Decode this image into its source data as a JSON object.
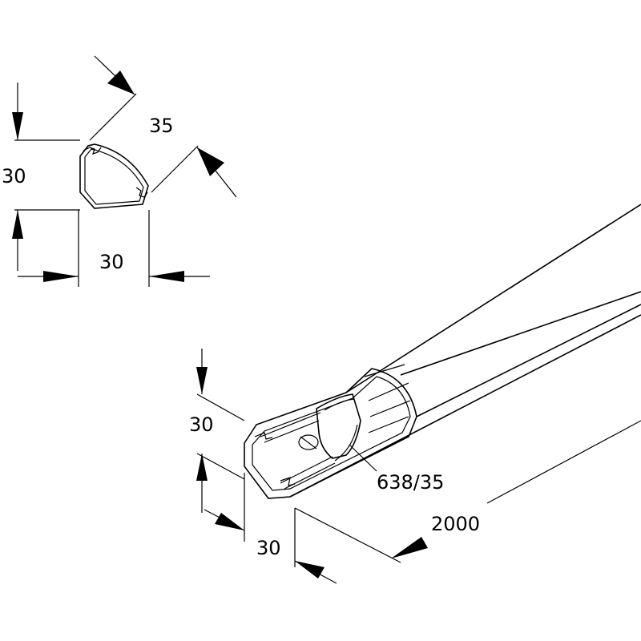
{
  "profile_view": {
    "diagonal_dim": "35",
    "height_dim": "30",
    "width_dim": "30"
  },
  "iso_view": {
    "height_dim": "30",
    "width_dim": "30",
    "part_label": "638/35",
    "length_dim": "2000"
  }
}
